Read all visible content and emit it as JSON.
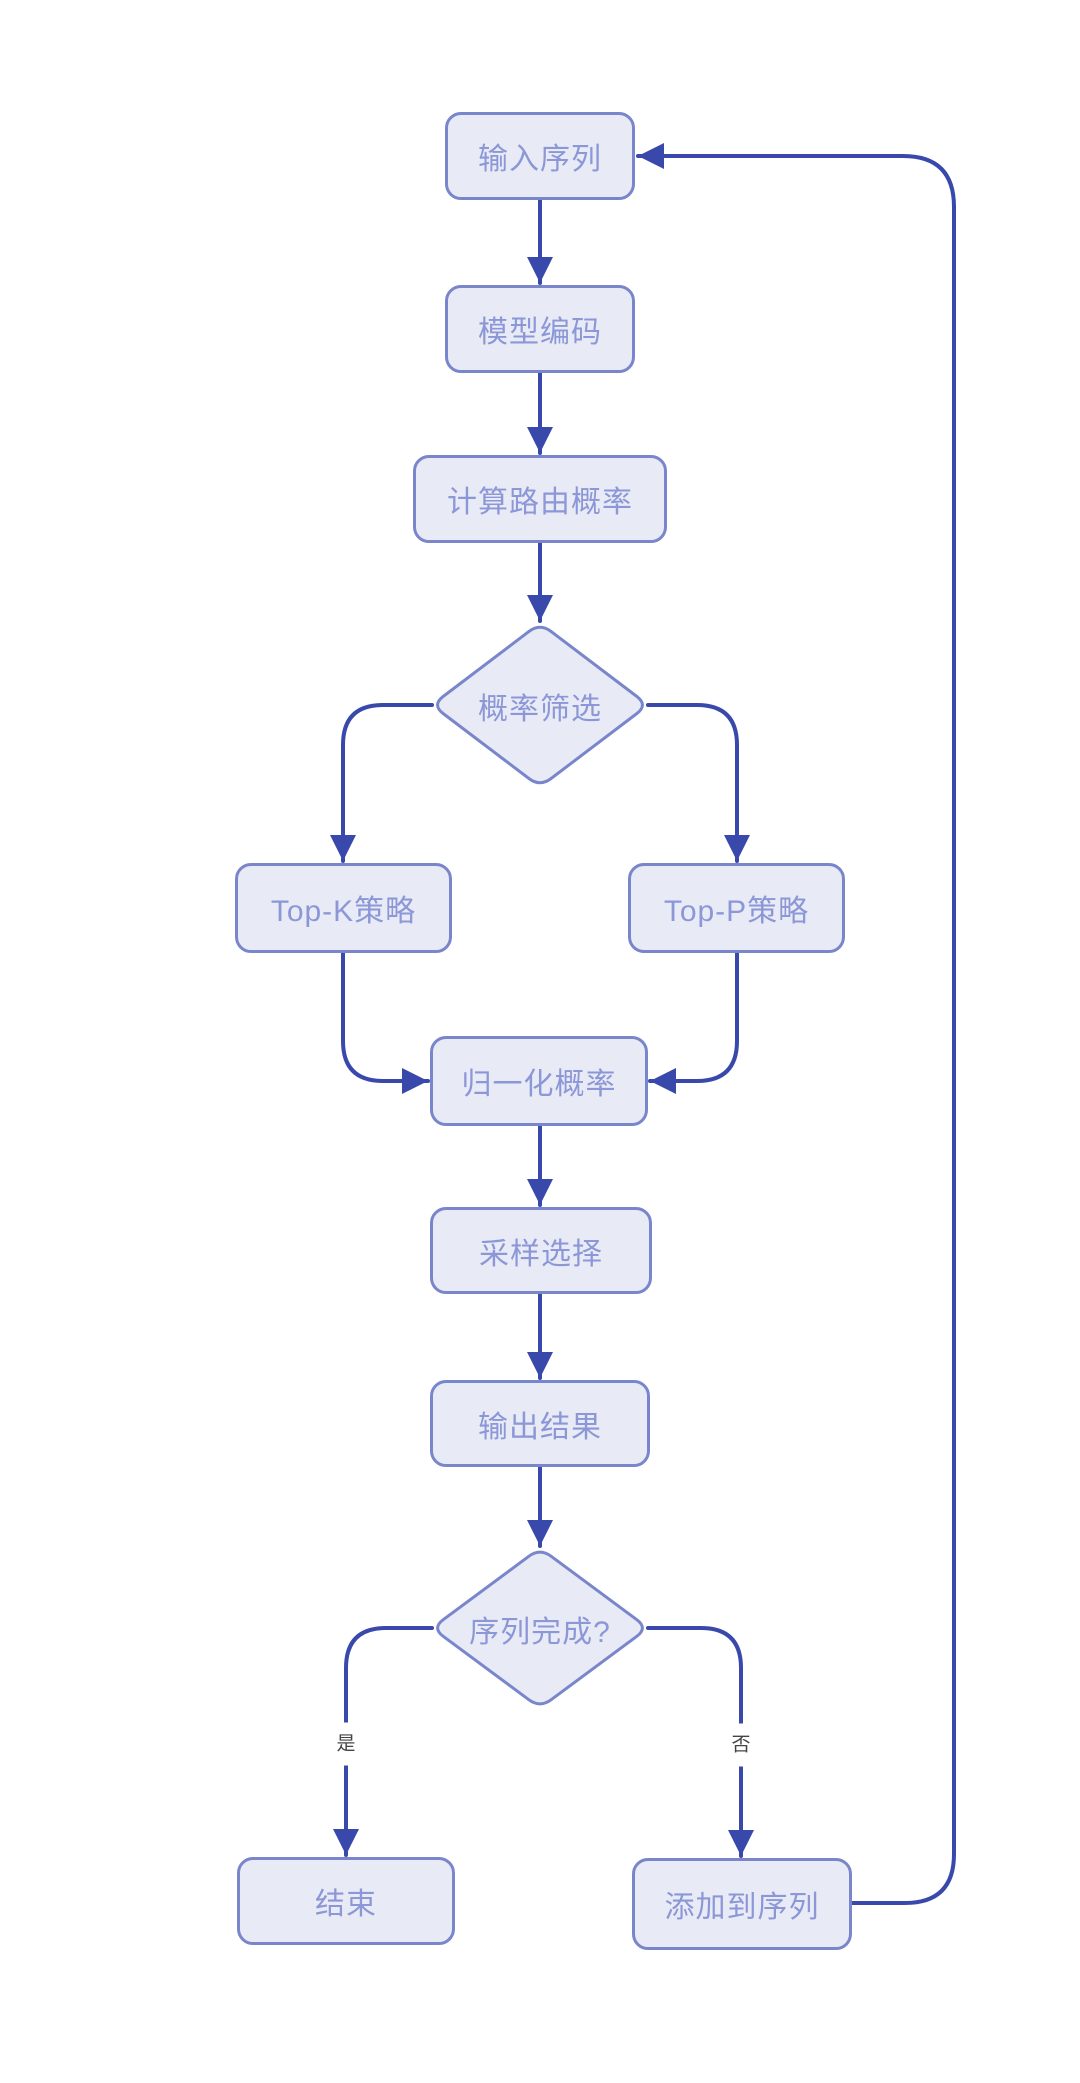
{
  "colors": {
    "background": "#ffffff",
    "node-fill": "#e8eaf6",
    "node-border": "#7986cb",
    "node-text": "#8b97d6",
    "edge": "#3949ab",
    "edge-label-text": "#444444"
  },
  "nodes": {
    "input": {
      "label": "输入序列"
    },
    "encode": {
      "label": "模型编码"
    },
    "route": {
      "label": "计算路由概率"
    },
    "filter": {
      "label": "概率筛选"
    },
    "topk": {
      "label": "Top-K策略"
    },
    "topp": {
      "label": "Top-P策略"
    },
    "normalize": {
      "label": "归一化概率"
    },
    "sample": {
      "label": "采样选择"
    },
    "output": {
      "label": "输出结果"
    },
    "done": {
      "label": "序列完成?"
    },
    "end": {
      "label": "结束"
    },
    "append": {
      "label": "添加到序列"
    }
  },
  "edge_labels": {
    "yes": "是",
    "no": "否"
  }
}
